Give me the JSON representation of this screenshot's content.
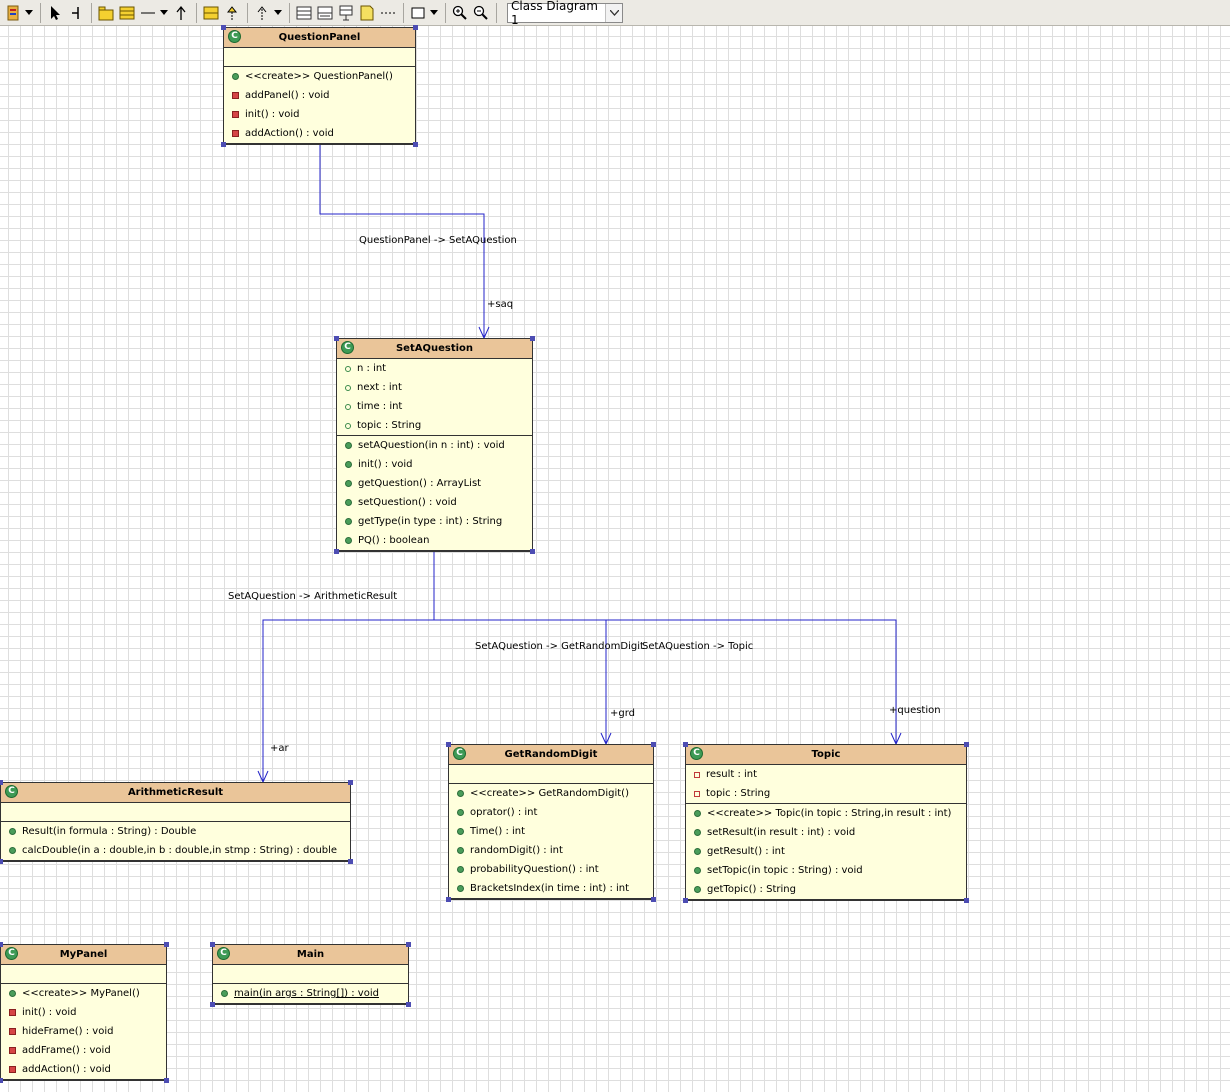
{
  "toolbar": {
    "tools": [
      "palette-icon",
      "select-icon",
      "anchor-icon",
      "package-icon",
      "class-icon",
      "association-icon",
      "generalization-icon",
      "interface-icon",
      "realization-icon",
      "dependency-icon",
      "attribute-compartment-icon",
      "operation-compartment-icon",
      "stereotype-icon",
      "note-icon",
      "note-link-icon",
      "rectangle-icon",
      "zoom-in-icon",
      "zoom-out-icon"
    ],
    "diagram_selector": "Class Diagram 1"
  },
  "classes": {
    "questionpanel": {
      "name": "QuestionPanel",
      "attributes": [],
      "operations": [
        {
          "vis": "public",
          "text": "<<create>> QuestionPanel()"
        },
        {
          "vis": "private",
          "text": "addPanel() : void"
        },
        {
          "vis": "private",
          "text": "init() : void"
        },
        {
          "vis": "private",
          "text": "addAction() : void"
        }
      ]
    },
    "setaquestion": {
      "name": "SetAQuestion",
      "attributes": [
        {
          "vis": "pub-attr",
          "text": "n : int"
        },
        {
          "vis": "pub-attr",
          "text": "next : int"
        },
        {
          "vis": "pub-attr",
          "text": "time : int"
        },
        {
          "vis": "pub-attr",
          "text": "topic : String"
        }
      ],
      "operations": [
        {
          "vis": "public",
          "text": "setAQuestion(in n : int) : void"
        },
        {
          "vis": "public",
          "text": "init() : void"
        },
        {
          "vis": "public",
          "text": "getQuestion() : ArrayList"
        },
        {
          "vis": "public",
          "text": "setQuestion() : void"
        },
        {
          "vis": "public",
          "text": "getType(in type : int) : String"
        },
        {
          "vis": "public",
          "text": "PQ() : boolean"
        }
      ]
    },
    "arithmeticresult": {
      "name": "ArithmeticResult",
      "attributes": [],
      "operations": [
        {
          "vis": "public",
          "text": "Result(in formula : String) : Double"
        },
        {
          "vis": "public",
          "text": "calcDouble(in a : double,in b : double,in stmp : String) : double"
        }
      ]
    },
    "getrandomdigit": {
      "name": "GetRandomDigit",
      "attributes": [],
      "operations": [
        {
          "vis": "public",
          "text": "<<create>> GetRandomDigit()"
        },
        {
          "vis": "public",
          "text": "oprator() : int"
        },
        {
          "vis": "public",
          "text": "Time() : int"
        },
        {
          "vis": "public",
          "text": "randomDigit() : int"
        },
        {
          "vis": "public",
          "text": "probabilityQuestion() : int"
        },
        {
          "vis": "public",
          "text": "BracketsIndex(in time : int) : int"
        }
      ]
    },
    "topic": {
      "name": "Topic",
      "attributes": [
        {
          "vis": "priv-attr",
          "text": "result : int"
        },
        {
          "vis": "priv-attr",
          "text": "topic : String"
        }
      ],
      "operations": [
        {
          "vis": "public",
          "text": "<<create>> Topic(in topic : String,in result : int)"
        },
        {
          "vis": "public",
          "text": "setResult(in result : int) : void"
        },
        {
          "vis": "public",
          "text": "getResult() : int"
        },
        {
          "vis": "public",
          "text": "setTopic(in topic : String) : void"
        },
        {
          "vis": "public",
          "text": "getTopic() : String"
        }
      ]
    },
    "mypanel": {
      "name": "MyPanel",
      "attributes": [],
      "operations": [
        {
          "vis": "public",
          "text": "<<create>> MyPanel()"
        },
        {
          "vis": "private",
          "text": "init() : void"
        },
        {
          "vis": "private",
          "text": "hideFrame() : void"
        },
        {
          "vis": "private",
          "text": "addFrame() : void"
        },
        {
          "vis": "private",
          "text": "addAction() : void"
        }
      ]
    },
    "main": {
      "name": "Main",
      "attributes": [],
      "operations": [
        {
          "vis": "public",
          "text": "main(in args : String[]) : void",
          "static": true
        }
      ]
    }
  },
  "associations": {
    "qp_saq": {
      "name": "QuestionPanel -> SetAQuestion",
      "role": "+saq"
    },
    "saq_ar": {
      "name": "SetAQuestion -> ArithmeticResult",
      "role": "+ar"
    },
    "saq_grd": {
      "name": "SetAQuestion -> GetRandomDigit",
      "role": "+grd"
    },
    "saq_topic": {
      "name": "SetAQuestion -> Topic",
      "role": "+question"
    }
  },
  "colors": {
    "class_fill": "#ffffdd",
    "class_header": "#eac599",
    "connector": "#2323c8",
    "selection_handle": "#4d4db3"
  }
}
